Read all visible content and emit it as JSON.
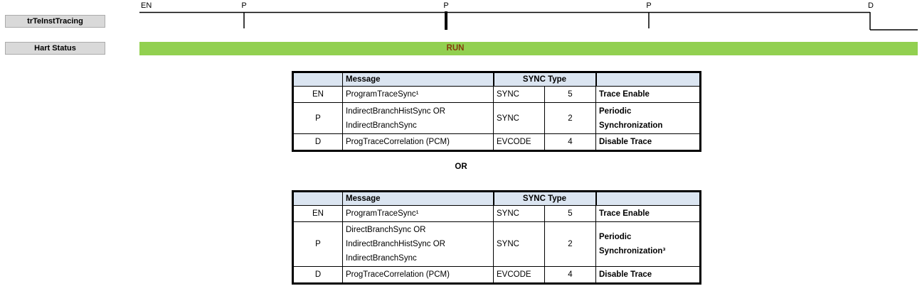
{
  "timing": {
    "signal_label": "trTeInstTracing",
    "markers": [
      {
        "label": "EN"
      },
      {
        "label": "P"
      },
      {
        "label": "P"
      },
      {
        "label": "P"
      },
      {
        "label": "D"
      }
    ]
  },
  "hart": {
    "label": "Hart Status",
    "status": "RUN"
  },
  "or_separator": "OR",
  "colors": {
    "run_bar_green": "#92d050",
    "run_text": "#843c0c",
    "label_box_gray": "#d9d9d9",
    "table_header_blue": "#dbe5f1"
  },
  "tables": [
    {
      "headers": {
        "marker": "",
        "message": "Message",
        "sync_type": "SYNC Type",
        "description": ""
      },
      "rows": [
        {
          "marker": "EN",
          "message": "ProgramTraceSync¹",
          "sync": "SYNC",
          "type_num": "5",
          "description": "Trace Enable"
        },
        {
          "marker": "P",
          "message": "IndirectBranchHistSync OR\nIndirectBranchSync",
          "sync": "SYNC",
          "type_num": "2",
          "description": "Periodic\nSynchronization"
        },
        {
          "marker": "D",
          "message": "ProgTraceCorrelation (PCM)",
          "sync": "EVCODE",
          "type_num": "4",
          "description": "Disable Trace"
        }
      ]
    },
    {
      "headers": {
        "marker": "",
        "message": "Message",
        "sync_type": "SYNC Type",
        "description": ""
      },
      "rows": [
        {
          "marker": "EN",
          "message": "ProgramTraceSync¹",
          "sync": "SYNC",
          "type_num": "5",
          "description": "Trace Enable"
        },
        {
          "marker": "P",
          "message": "DirectBranchSync OR\nIndirectBranchHistSync OR\nIndirectBranchSync",
          "sync": "SYNC",
          "type_num": "2",
          "description": "Periodic\nSynchronization³"
        },
        {
          "marker": "D",
          "message": "ProgTraceCorrelation (PCM)",
          "sync": "EVCODE",
          "type_num": "4",
          "description": "Disable Trace"
        }
      ]
    }
  ]
}
